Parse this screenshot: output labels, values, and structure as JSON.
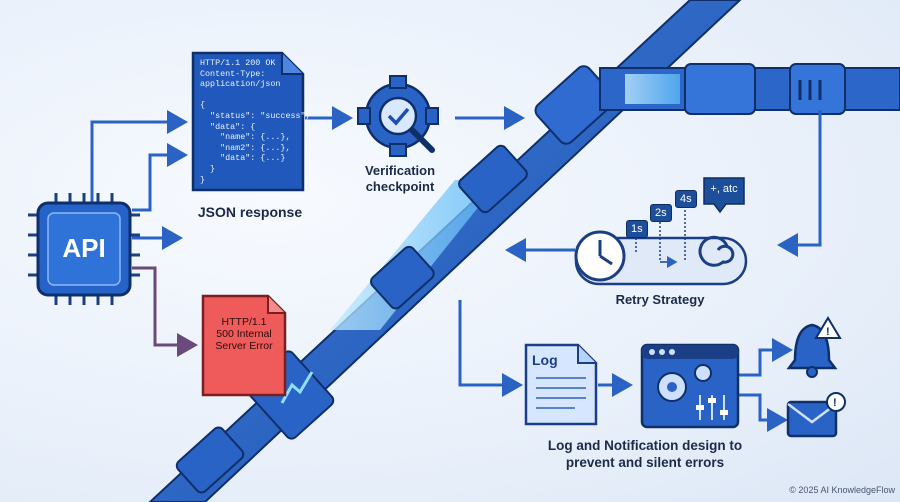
{
  "api": {
    "label": "API"
  },
  "json_doc": {
    "lines": [
      "HTTP/1.1 200 OK",
      "Content-Type:",
      "application/json",
      "",
      "{",
      "  \"status\": \"success\",",
      "  \"data\": {",
      "    \"name\": {...},",
      "    \"nam2\": {...},",
      "    \"data\": {...}",
      "  }",
      "}"
    ],
    "caption": "JSON response"
  },
  "error_doc": {
    "lines": [
      "HTTP/1.1",
      "500 Internal",
      "Server Error"
    ]
  },
  "verification": {
    "caption_line1": "Verification",
    "caption_line2": "checkpoint"
  },
  "retry": {
    "caption": "Retry Strategy",
    "badges": [
      "1s",
      "2s",
      "4s"
    ],
    "bubble": "+, atc"
  },
  "log": {
    "doc_label": "Log",
    "caption_line1": "Log and Notification design to",
    "caption_line2": "prevent and silent errors"
  },
  "footer": {
    "copyright": "© 2025 AI KnowledgeFlow"
  },
  "colors": {
    "accent": "#2b6fd6",
    "dark": "#1b3f86",
    "error": "#e85454",
    "glow": "#7fd4ff"
  }
}
